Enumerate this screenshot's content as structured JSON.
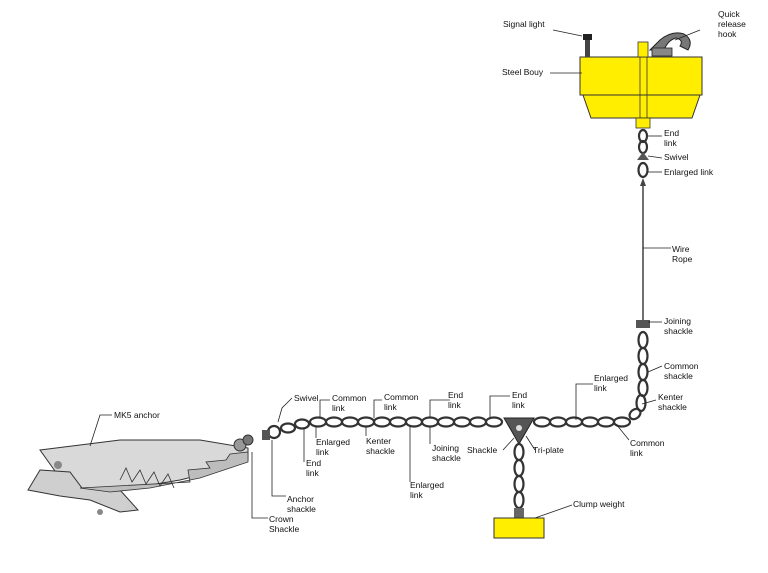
{
  "labels": {
    "signal_light": "Signal light",
    "quick_release_hook": [
      "Quick",
      "release",
      "hook"
    ],
    "steel_buoy": "Steel Bouy",
    "end_link_top": [
      "End",
      "link"
    ],
    "swivel_top": "Swivel",
    "enlarged_link_top": "Enlarged link",
    "wire_rope": [
      "Wire",
      "Rope"
    ],
    "joining_shackle_right": [
      "Joining",
      "shackle"
    ],
    "common_shackle": [
      "Common",
      "shackle"
    ],
    "kenter_shackle_right": [
      "Kenter",
      "shackle"
    ],
    "common_link_right": [
      "Common",
      "link"
    ],
    "enlarged_link_right": [
      "Enlarged",
      "link"
    ],
    "end_link_middle": [
      "End",
      "link"
    ],
    "shackle": "Shackle",
    "tri_plate": "Tri-plate",
    "clump_weight": "Clump weight",
    "end_link_left": [
      "End",
      "link"
    ],
    "joining_shackle_mid": [
      "Joining",
      "shackle"
    ],
    "enlarged_link_mid": [
      "Enlarged",
      "link"
    ],
    "common_link_mid": [
      "Common",
      "link"
    ],
    "kenter_shackle_mid": [
      "Kenter",
      "shackle"
    ],
    "swivel_left": "Swivel",
    "common_link_left": [
      "Common",
      "link"
    ],
    "enlarged_link_left": [
      "Enlarged",
      "link"
    ],
    "end_link_far_left": [
      "End",
      "link"
    ],
    "anchor_shackle": [
      "Anchor",
      "shackle"
    ],
    "crown_shackle": [
      "Crown",
      "Shackle"
    ],
    "mk5_anchor": "MK5 anchor"
  },
  "colors": {
    "buoy": "#ffee00",
    "clump": "#ffee00",
    "anchor": "#d9d9d9",
    "chain": "#333333"
  }
}
